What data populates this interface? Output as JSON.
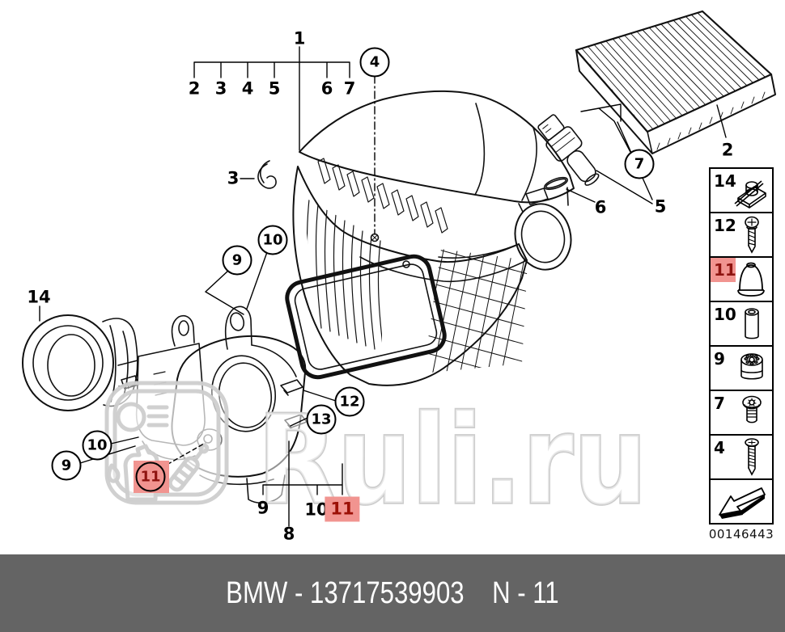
{
  "watermark": {
    "text": "Ruli.ru"
  },
  "footer": {
    "left": "BMW - 13717539903",
    "right": "N - 11"
  },
  "sidebar": {
    "code": "00146443",
    "items": [
      {
        "label": "14",
        "icon": "clip-nut-icon",
        "highlighted": false
      },
      {
        "label": "12",
        "icon": "screw-icon",
        "highlighted": false
      },
      {
        "label": "11",
        "icon": "rubber-cap-icon",
        "highlighted": true
      },
      {
        "label": "10",
        "icon": "spacer-sleeve-icon",
        "highlighted": false
      },
      {
        "label": "9",
        "icon": "rubber-mount-icon",
        "highlighted": false
      },
      {
        "label": "7",
        "icon": "torx-screw-icon",
        "highlighted": false
      },
      {
        "label": "4",
        "icon": "long-screw-icon",
        "highlighted": false
      },
      {
        "label": "",
        "icon": "direction-arrow-icon",
        "highlighted": false
      }
    ]
  },
  "callouts": {
    "c1": "1",
    "c2": "2",
    "c3": "3",
    "c4": "4",
    "c5": "5",
    "c6": "6",
    "c7": "7",
    "clip3": "3",
    "filter2": "2",
    "maf5": "5",
    "maf6": "6",
    "maf7": "7",
    "boot14": "14",
    "cover4": "4",
    "res9": "9",
    "res10": "10",
    "left9": "9",
    "left10": "10",
    "grommet11": "11",
    "clip12": "12",
    "clip13": "13",
    "b9": "9",
    "b10": "10",
    "b11": "11",
    "b8": "8"
  },
  "colors": {
    "highlight_bg": "#F19490",
    "highlight_text": "#8E1410",
    "footer_bg": "#646464",
    "footer_text": "#FFFFFF",
    "line": "#111111",
    "watermark_stroke": "#CDCDCD"
  }
}
